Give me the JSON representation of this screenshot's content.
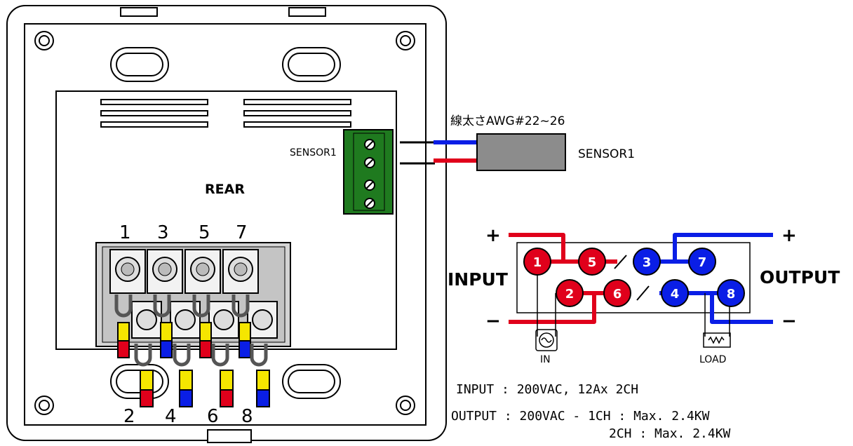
{
  "device": {
    "rear_label": "REAR",
    "sensor_terminal_label": "SENSOR1",
    "top_terminal_numbers": [
      "1",
      "3",
      "5",
      "7"
    ],
    "bottom_terminal_numbers": [
      "2",
      "4",
      "6",
      "8"
    ]
  },
  "sensor": {
    "wire_gauge_label": "線太さAWG#22~26",
    "sensor_label": "SENSOR1"
  },
  "schematic": {
    "input_label": "INPUT",
    "output_label": "OUTPUT",
    "plus_left": "+",
    "minus_left": "−",
    "plus_right": "+",
    "minus_right": "−",
    "red_nodes": [
      "1",
      "5",
      "2",
      "6"
    ],
    "blue_nodes": [
      "3",
      "7",
      "4",
      "8"
    ],
    "in_label": "IN",
    "load_label": "LOAD"
  },
  "specs": {
    "input_line": "INPUT : 200VAC, 12Ax 2CH",
    "output_line1": "OUTPUT : 200VAC - 1CH : Max. 2.4KW",
    "output_line2": "2CH : Max. 2.4KW"
  },
  "colors": {
    "red": "#e0001b",
    "blue": "#0a1ee6",
    "yellow": "#f5e600",
    "terminal_green": "#1f7a1f"
  }
}
